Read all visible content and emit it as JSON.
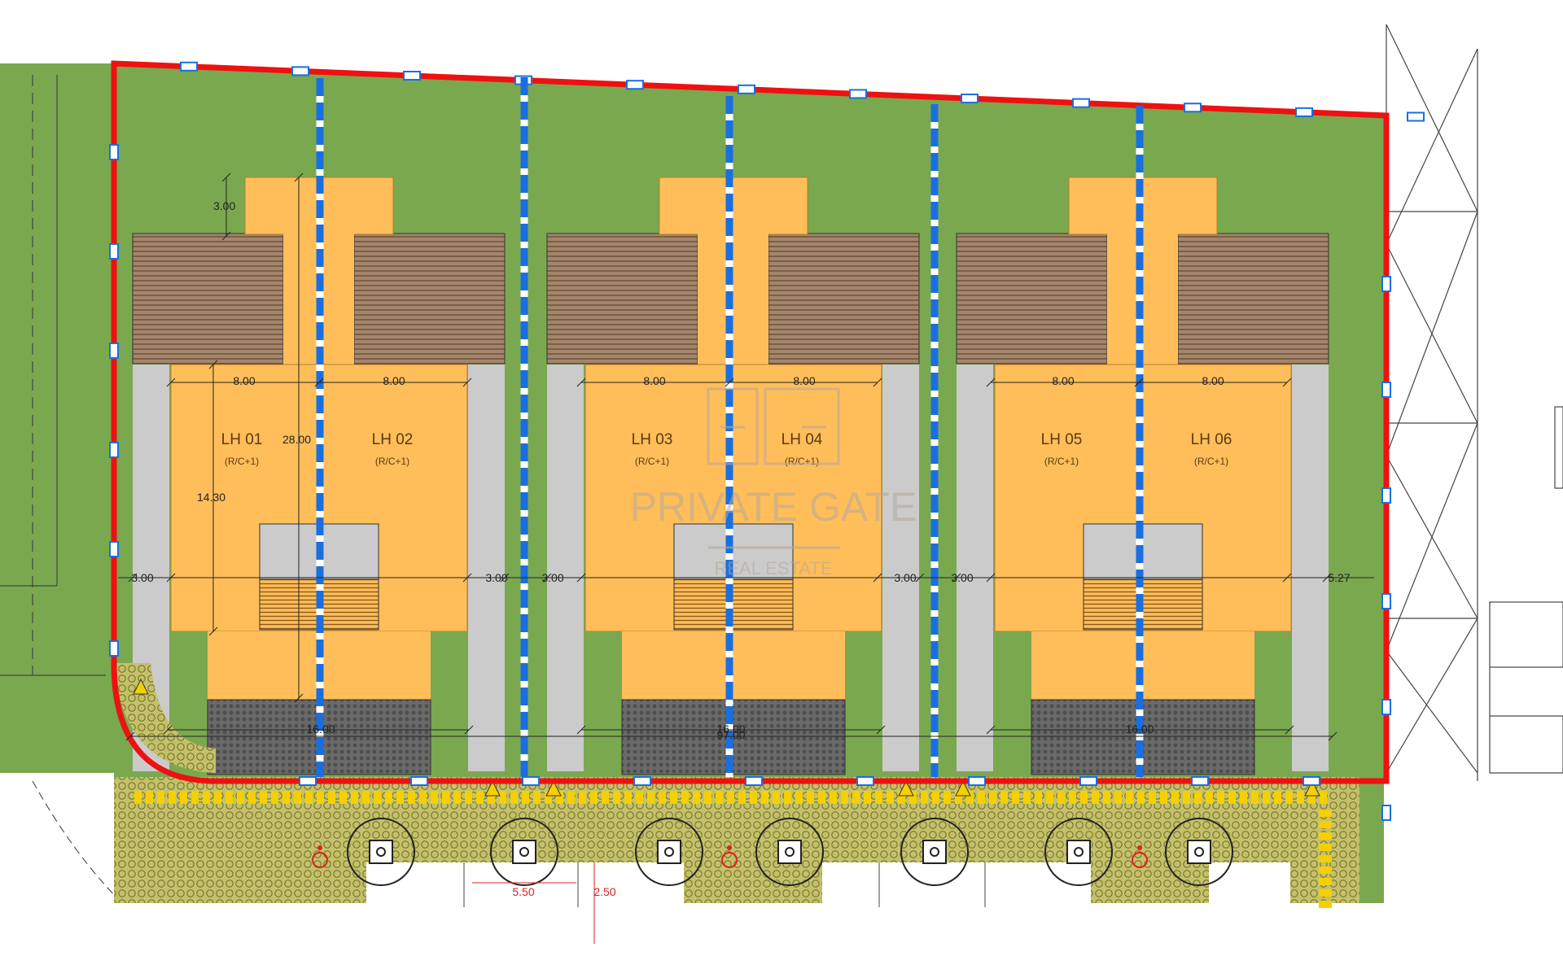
{
  "plan": {
    "lots": [
      {
        "id": "LH 01",
        "label": "LH 01",
        "levels": "(R/C+1)"
      },
      {
        "id": "LH 02",
        "label": "LH 02",
        "levels": "(R/C+1)"
      },
      {
        "id": "LH 03",
        "label": "LH 03",
        "levels": "(R/C+1)"
      },
      {
        "id": "LH 04",
        "label": "LH 04",
        "levels": "(R/C+1)"
      },
      {
        "id": "LH 05",
        "label": "LH 05",
        "levels": "(R/C+1)"
      },
      {
        "id": "LH 06",
        "label": "LH 06",
        "levels": "(R/C+1)"
      }
    ],
    "dimensions": {
      "top_offset": "3.00",
      "house_width": "8.00",
      "total_depth": "28.00",
      "house_depth": "14.30",
      "side_setback": "3.00",
      "right_setback": "5.27",
      "block_width": "16.00",
      "total_width": "97.00",
      "parking_length": "5.50",
      "parking_width": "2.50"
    },
    "watermark": {
      "monogram": "PG",
      "name": "PRIVATE GATE",
      "tagline": "REAL ESTATE"
    },
    "colors": {
      "lawn": "#7aa84f",
      "house": "#ffbe5a",
      "boundary": "#ee1111",
      "division": "#1a6fe0",
      "paving": "#c7c46e",
      "tactile": "#f5d000",
      "terrace": "#9b7a5c",
      "garage": "#666666",
      "walkway": "#cbcbcb"
    }
  }
}
